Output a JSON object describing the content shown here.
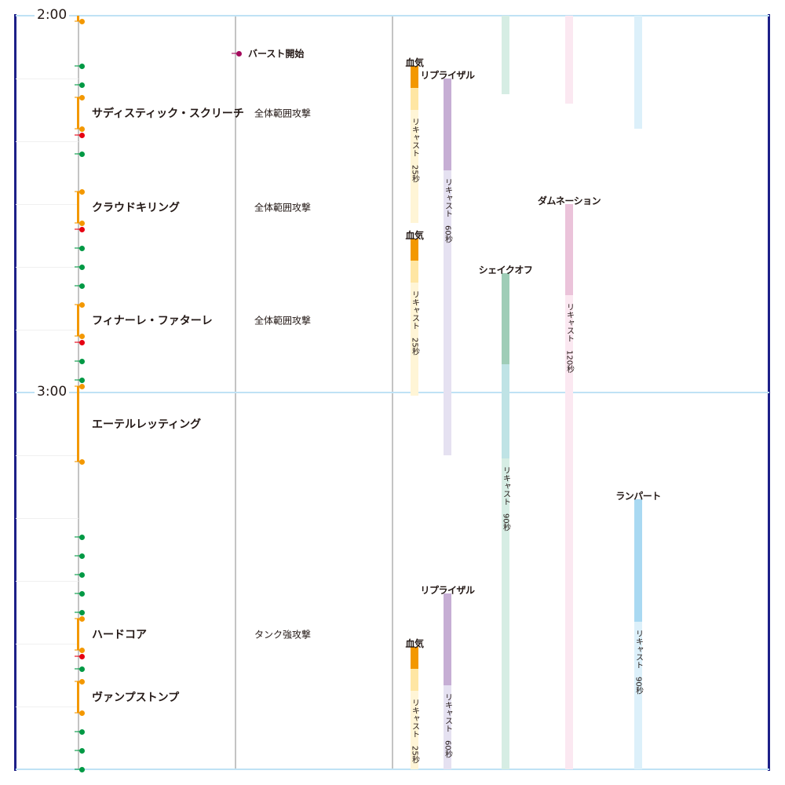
{
  "timeline": {
    "start_label": "2:00",
    "mid_label": "3:00",
    "total_seconds": 120,
    "grid_step_seconds": 10
  },
  "colors": {
    "heal": "#009944",
    "damage": "#e60012",
    "cast": "#f39800",
    "burst": "#a40b5d",
    "border": "#1d2088"
  },
  "burst": {
    "label": "バースト開始",
    "time": 6
  },
  "events": {
    "heal": [
      8,
      11,
      22,
      37,
      40,
      43,
      55,
      58,
      83,
      86,
      89,
      92,
      95,
      104,
      114,
      117,
      120
    ],
    "damage": [
      19,
      34,
      52,
      102
    ]
  },
  "casts": [
    {
      "name": "",
      "start": -1,
      "end": 0.9,
      "attack": ""
    },
    {
      "name": "サディスティック・スクリーチ",
      "start": 13,
      "end": 18,
      "attack": "全体範囲攻撃"
    },
    {
      "name": "クラウドキリング",
      "start": 28,
      "end": 33,
      "attack": "全体範囲攻撃"
    },
    {
      "name": "フィナーレ・ファターレ",
      "start": 46,
      "end": 51,
      "attack": "全体範囲攻撃"
    },
    {
      "name": "エーテルレッティング",
      "start": 59,
      "end": 71,
      "attack": ""
    },
    {
      "name": "ハードコア",
      "start": 96,
      "end": 101,
      "attack": "タンク強攻撃"
    },
    {
      "name": "ヴァンプストンプ",
      "start": 106,
      "end": 111,
      "attack": ""
    }
  ],
  "columns": [
    {
      "colors": {
        "dark": "#f39800",
        "mid": "#ffe6a3",
        "light": "#fff5d6"
      },
      "carry": 0,
      "uses": [
        {
          "label": "血気",
          "start": 8,
          "active": 3.5,
          "secondary": 3.5,
          "recast": 25,
          "recast_text": "リキャスト　25秒"
        },
        {
          "label": "血気",
          "start": 35.5,
          "active": 3.5,
          "secondary": 3.5,
          "recast": 25,
          "recast_text": "リキャスト　25秒"
        },
        {
          "label": "血気",
          "start": 100.5,
          "active": 3.5,
          "secondary": 3.5,
          "recast": 25,
          "recast_text": "リキャスト　25秒"
        }
      ]
    },
    {
      "colors": {
        "dark": "#c6aed4",
        "mid": "#c6aed4",
        "light": "#e5e1f1"
      },
      "carry": 0,
      "uses": [
        {
          "label": "リプライザル",
          "start": 10,
          "active": 14.6,
          "secondary": 0,
          "recast": 60,
          "recast_text": "リキャスト　60秒"
        },
        {
          "label": "リプライザル",
          "start": 92,
          "active": 14.6,
          "secondary": 0,
          "recast": 60,
          "recast_text": "リキャスト　60秒"
        }
      ]
    },
    {
      "colors": {
        "dark": "#9fcdb7",
        "mid": "#bfe3e5",
        "light": "#d6ede4"
      },
      "carry": 12.5,
      "uses": [
        {
          "label": "シェイクオフ",
          "start": 41,
          "active": 14.5,
          "secondary": 15,
          "recast": 90,
          "recast_text": "リキャスト　90秒"
        }
      ]
    },
    {
      "colors": {
        "dark": "#ebc3da",
        "mid": "#ebc3da",
        "light": "#fbe8f1"
      },
      "carry": 14,
      "uses": [
        {
          "label": "ダムネーション",
          "start": 30,
          "active": 14.5,
          "secondary": 0,
          "recast": 120,
          "recast_text": "リキャスト　120秒"
        }
      ]
    },
    {
      "colors": {
        "dark": "#a9d9f2",
        "mid": "#a9d9f2",
        "light": "#dcf0fa"
      },
      "carry": 18,
      "uses": [
        {
          "label": "ランパート",
          "start": 77,
          "active": 19.5,
          "secondary": 0,
          "recast": 90,
          "recast_text": "リキャスト　90秒"
        }
      ]
    }
  ]
}
